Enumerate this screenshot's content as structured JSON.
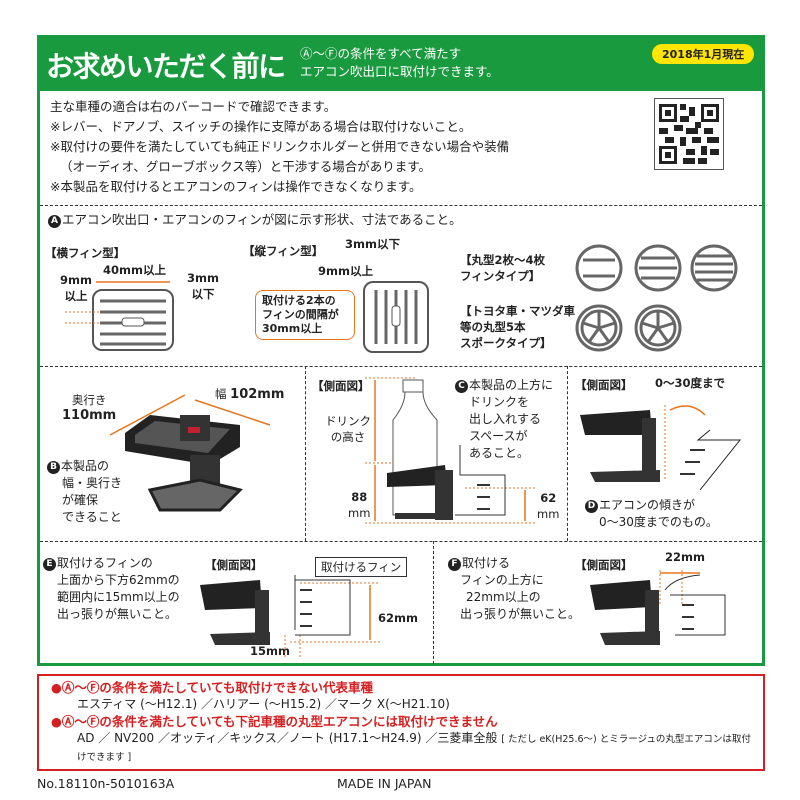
{
  "header": {
    "title": "お求めいただく前に",
    "subtitle_line1": "Ⓐ〜Ⓕの条件をすべて満たす",
    "subtitle_line2": "エアコン吹出口に取付けできます。",
    "date_badge": "2018年1月現在"
  },
  "intro": {
    "lines": [
      "主な車種の適合は右のバーコードで確認できます。",
      "※レバー、ドアノブ、スイッチの操作に支障がある場合は取付けないこと。",
      "※取付けの要件を満たしていても純正ドリンクホルダーと併用できない場合や装備",
      "（オーディオ、グローブボックス等）と干渉する場合があります。",
      "※本製品を取付けるとエアコンのフィンは操作できなくなります。"
    ]
  },
  "colors": {
    "brand_green": "#1a9a3e",
    "accent_orange": "#e8741e",
    "warning_red": "#d42020",
    "badge_yellow": "#ffe600"
  },
  "section_a": {
    "badge": "A",
    "text": "エアコン吹出口・エアコンのフィンが図に示す形状、寸法であること。",
    "horizontal": {
      "label": "【横フィン型】",
      "width": "40mm以上",
      "gap": "9mm",
      "gap2": "以上",
      "thick": "3mm",
      "thick2": "以下"
    },
    "vertical": {
      "label": "【縦フィン型】",
      "thick": "3mm以下",
      "gap": "9mm以上",
      "callout": [
        "取付ける2本の",
        "フィンの間隔が",
        "30mm以上"
      ]
    },
    "round": {
      "label": [
        "【丸型2枚〜4枚",
        "フィンタイプ】"
      ]
    },
    "spoke": {
      "label": [
        "【トヨタ車・マツダ車",
        "等の丸型5本",
        "スポークタイプ】"
      ]
    }
  },
  "section_b": {
    "badge": "B",
    "depth_label": "奥行き",
    "depth_value": "110mm",
    "width_label": "幅",
    "width_value": "102mm",
    "text": [
      "本製品の",
      "幅・奥行き",
      "が確保",
      "できること"
    ]
  },
  "section_c": {
    "badge": "C",
    "side_label": "【側面図】",
    "drink_height": [
      "ドリンク",
      "の高さ"
    ],
    "h1": "88",
    "h1u": "mm",
    "h2": "62",
    "h2u": "mm",
    "text": [
      "本製品の上方に",
      "ドリンクを",
      "出し入れする",
      "スペースが",
      "あること。"
    ]
  },
  "section_d": {
    "badge": "D",
    "side_label": "【側面図】",
    "angle": "0〜30度まで",
    "text": [
      "エアコンの傾きが",
      "0〜30度までのもの。"
    ]
  },
  "section_e": {
    "badge": "E",
    "side_label": "【側面図】",
    "fin_label": "取付けるフィン",
    "dim1": "62mm",
    "dim2": "15mm",
    "text": [
      "取付けるフィンの",
      "上面から下方62mmの",
      "範囲内に15mm以上の",
      "出っ張りが無いこと。"
    ]
  },
  "section_f": {
    "badge": "F",
    "side_label": "【側面図】",
    "dim": "22mm",
    "text": [
      "取付ける",
      "フィンの上方に",
      "22mm以上の",
      "出っ張りが無いこと。"
    ]
  },
  "warnings": {
    "heading1": "●Ⓐ〜Ⓕの条件を満たしていても取付けできない代表車種",
    "list1": "エスティマ (〜H12.1) ／ハリアー (〜H15.2) ／マーク X(〜H21.10)",
    "heading2": "●Ⓐ〜Ⓕの条件を満たしていても下記車種の丸型エアコンには取付けできません",
    "list2": "AD ／ NV200 ／オッティ／キックス／ノート (H17.1〜H24.9) ／三菱車全般",
    "list2_note": "[ ただし eK(H25.6〜) とミラージュの丸型エアコンは取付けできます ]"
  },
  "footer": {
    "model_no": "No.18110n-5010163A",
    "origin": "MADE IN JAPAN"
  }
}
